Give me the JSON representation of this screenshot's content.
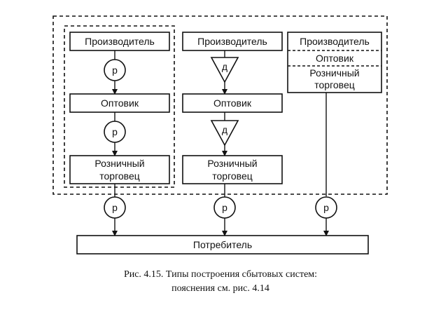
{
  "diagram": {
    "channel1": {
      "producer": "Производитель",
      "wholesaler": "Оптовик",
      "retailer_line1": "Розничный",
      "retailer_line2": "торговец",
      "node1": "р",
      "node2": "р"
    },
    "channel2": {
      "producer": "Производитель",
      "wholesaler": "Оптовик",
      "retailer_line1": "Розничный",
      "retailer_line2": "торговец",
      "node1": "д",
      "node2": "д"
    },
    "channel3": {
      "producer": "Производитель",
      "wholesaler": "Оптовик",
      "retailer_line1": "Розничный",
      "retailer_line2": "торговец"
    },
    "bottom_nodes": [
      "р",
      "р",
      "р"
    ],
    "consumer": "Потребитель"
  },
  "caption": {
    "line1": "Рис. 4.15. Типы построения сбытовых систем:",
    "line2": "пояснения см. рис. 4.14"
  }
}
